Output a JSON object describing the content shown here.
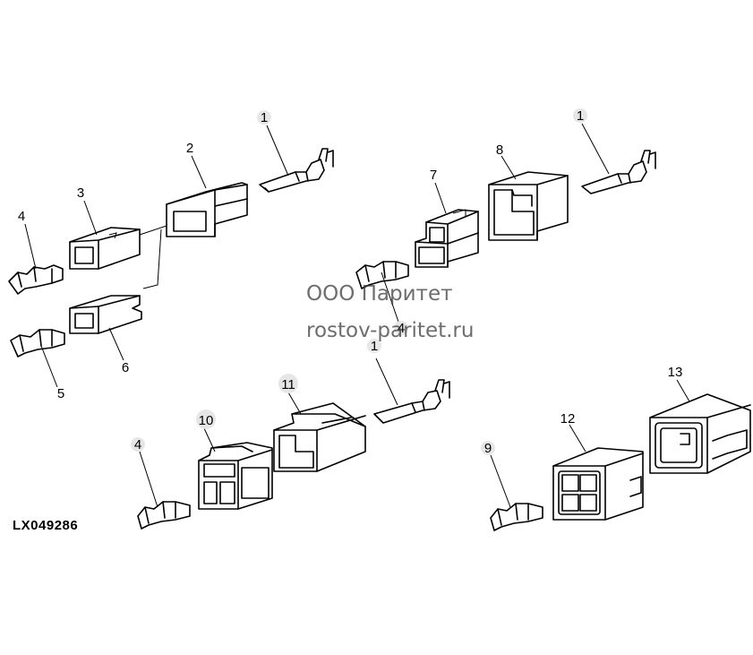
{
  "figure_id": "LX049286",
  "watermark": {
    "company": "ООО Паритет",
    "site": "rostov-paritet.ru"
  },
  "callouts": {
    "top_left_1": "1",
    "top_left_2": "2",
    "top_left_3": "3",
    "top_left_4": "4",
    "top_left_5": "5",
    "top_left_6": "6",
    "top_right_1": "1",
    "top_right_7": "7",
    "top_right_8": "8",
    "top_right_4": "4",
    "bottom_left_1": "1",
    "bottom_left_4": "4",
    "bottom_left_10": "10",
    "bottom_left_11": "11",
    "bottom_right_9": "9",
    "bottom_right_12": "12",
    "bottom_right_13": "13"
  }
}
